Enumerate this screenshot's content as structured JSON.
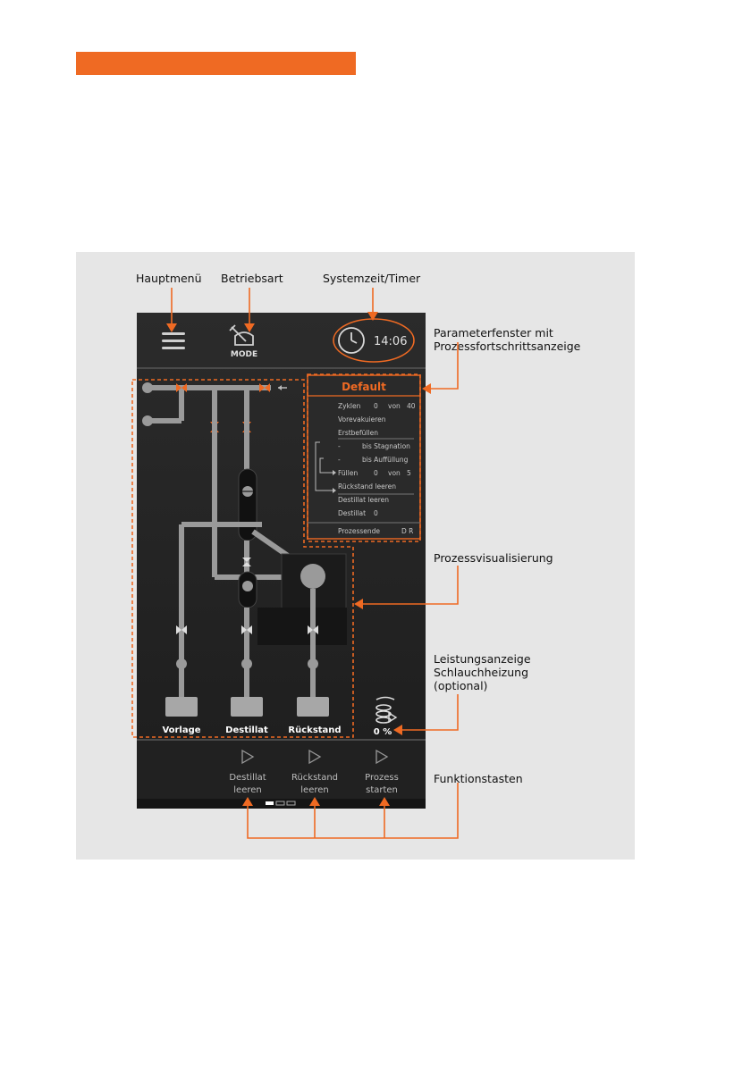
{
  "callouts": {
    "hauptmenu": "Hauptmenü",
    "betriebsart": "Betriebsart",
    "systemzeit": "Systemzeit/Timer",
    "parameterfenster_1": "Parameterfenster mit",
    "parameterfenster_2": "Prozessfortschrittsanzeige",
    "prozessvisualisierung": "Prozessvisualisierung",
    "leistung_1": "Leistungsanzeige",
    "leistung_2": "Schlauchheizung",
    "leistung_3": "(optional)",
    "funktionstasten": "Funktionstasten"
  },
  "device": {
    "mode_label": "MODE",
    "time": "14:06",
    "param": {
      "title": "Default",
      "rows": [
        {
          "label": "Zyklen",
          "v1": "0",
          "mid": "von",
          "v2": "40"
        },
        {
          "label": "Vorevakuieren"
        },
        {
          "label": "Erstbefüllen"
        },
        {
          "label": "-",
          "mid": "bis Stagnation"
        },
        {
          "label": "-",
          "mid": "bis Auffüllung"
        },
        {
          "label": "Füllen",
          "v1": "0",
          "mid": "von",
          "v2": "5"
        },
        {
          "label": "Rückstand leeren"
        },
        {
          "label": "Destillat leeren"
        },
        {
          "label": "Destillat",
          "v1": "0"
        },
        {
          "label": "Prozessende",
          "v2": "D R"
        }
      ]
    },
    "vessels": {
      "vorlage": "Vorlage",
      "destillat": "Destillat",
      "rueckstand": "Rückstand"
    },
    "heater_percent": "0 %",
    "buttons": [
      {
        "line1": "Destillat",
        "line2": "leeren"
      },
      {
        "line1": "Rückstand",
        "line2": "leeren"
      },
      {
        "line1": "Prozess",
        "line2": "starten"
      }
    ],
    "active_page": 1,
    "page_count": 3
  },
  "colors": {
    "accent": "#ef6a23",
    "screen_bg": "#262626",
    "panel_bg": "#e6e6e6"
  }
}
